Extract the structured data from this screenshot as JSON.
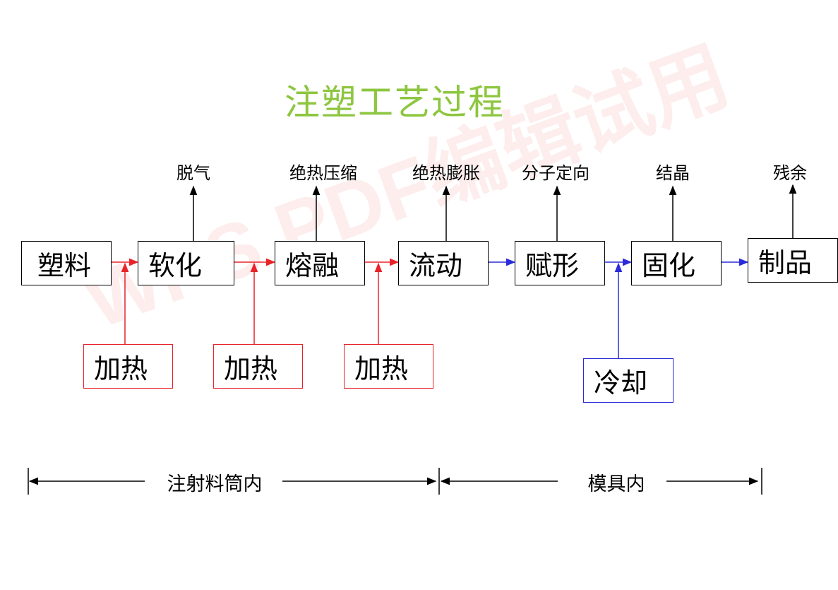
{
  "title": "注塑工艺过程",
  "watermark": "WPS PDF编辑试用",
  "colors": {
    "title": "#8dc63f",
    "heat": "#e8232a",
    "cool": "#2b2bd9",
    "line": "#000000"
  },
  "main_boxes": [
    {
      "id": "b1",
      "label": "塑料"
    },
    {
      "id": "b2",
      "label": "软化"
    },
    {
      "id": "b3",
      "label": "熔融"
    },
    {
      "id": "b4",
      "label": "流动"
    },
    {
      "id": "b5",
      "label": "赋形"
    },
    {
      "id": "b6",
      "label": "固化"
    },
    {
      "id": "b7",
      "label": "制品"
    }
  ],
  "top_labels": [
    {
      "from": "b2",
      "label": "脱气"
    },
    {
      "from": "b3",
      "label": "绝热压缩"
    },
    {
      "from": "b4",
      "label": "绝热膨胀"
    },
    {
      "from": "b5",
      "label": "分子定向"
    },
    {
      "from": "b6",
      "label": "结晶"
    },
    {
      "from": "b7",
      "label": "残余"
    }
  ],
  "input_boxes": [
    {
      "id": "h1",
      "label": "加热",
      "type": "heat",
      "into": "b1-b2"
    },
    {
      "id": "h2",
      "label": "加热",
      "type": "heat",
      "into": "b2-b3"
    },
    {
      "id": "h3",
      "label": "加热",
      "type": "heat",
      "into": "b3-b4"
    },
    {
      "id": "c1",
      "label": "冷却",
      "type": "cool",
      "into": "b5-b6"
    }
  ],
  "flow_edges": [
    {
      "from": "b1",
      "to": "b2",
      "type": "heat"
    },
    {
      "from": "b2",
      "to": "b3",
      "type": "heat"
    },
    {
      "from": "b3",
      "to": "b4",
      "type": "heat"
    },
    {
      "from": "b4",
      "to": "b5",
      "type": "cool"
    },
    {
      "from": "b5",
      "to": "b6",
      "type": "cool"
    },
    {
      "from": "b6",
      "to": "b7",
      "type": "cool"
    }
  ],
  "spans": [
    {
      "label": "注射料筒内"
    },
    {
      "label": "模具内"
    }
  ]
}
